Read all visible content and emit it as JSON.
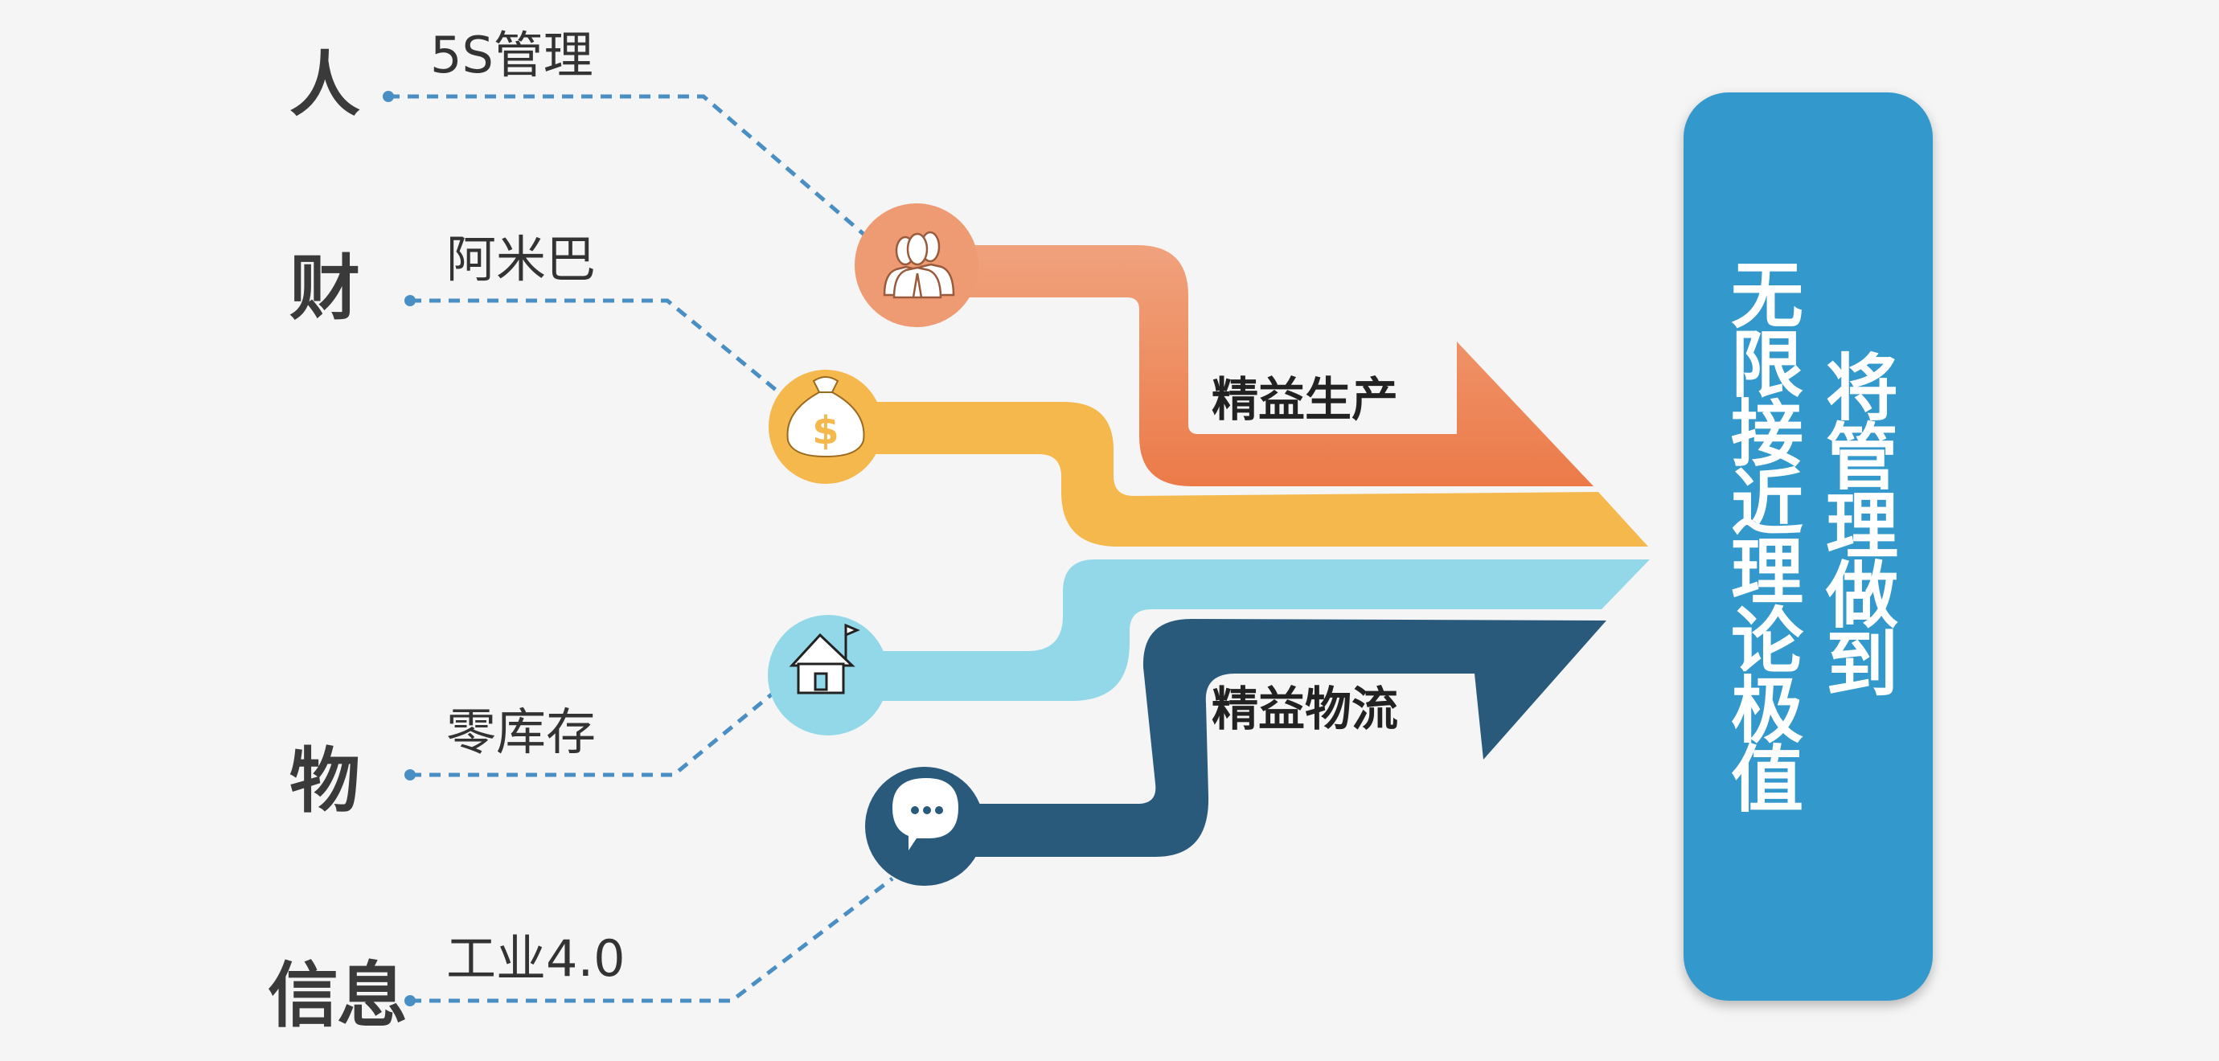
{
  "categories": [
    {
      "label": "人",
      "item": "5S管理"
    },
    {
      "label": "财",
      "item": "阿米巴"
    },
    {
      "label": "物",
      "item": "零库存"
    },
    {
      "label": "信息",
      "item": "工业4.0"
    }
  ],
  "flows": {
    "top_label": "精益生产",
    "bottom_label": "精益物流"
  },
  "goal": {
    "line1": "将管理做到",
    "line2": "无限接近理论极值"
  },
  "colors": {
    "orange_top": "#f0a27d",
    "orange_bottom": "#ec7a48",
    "yellow": "#f4b84c",
    "light_blue": "#92d8e8",
    "dark_blue": "#2a5a7b",
    "panel_blue": "#3399cc",
    "dotted": "#4a8fc4"
  },
  "icons": [
    "people-icon",
    "money-bag-icon",
    "house-icon",
    "chat-bubble-icon"
  ]
}
